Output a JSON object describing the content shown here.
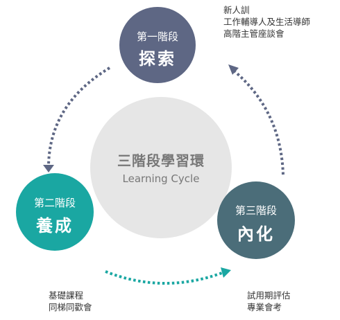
{
  "center": {
    "title": "三階段學習環",
    "subtitle": "Learning Cycle"
  },
  "stages": [
    {
      "label": "第一階段",
      "name": "探索",
      "color": "#5e6784",
      "notes": [
        "新人訓",
        "工作輔導人及生活導師",
        "高階主管座談會"
      ]
    },
    {
      "label": "第二階段",
      "name": "養成",
      "color": "#1aa7a2",
      "notes": [
        "基礎課程",
        "同梯同歡會"
      ]
    },
    {
      "label": "第三階段",
      "name": "內化",
      "color": "#4b6d79",
      "notes": [
        "試用期評估",
        "專業會考"
      ]
    }
  ],
  "arrow_colors": {
    "left": "#5e6784",
    "bottom": "#1aa7a2",
    "right": "#5e6784"
  }
}
